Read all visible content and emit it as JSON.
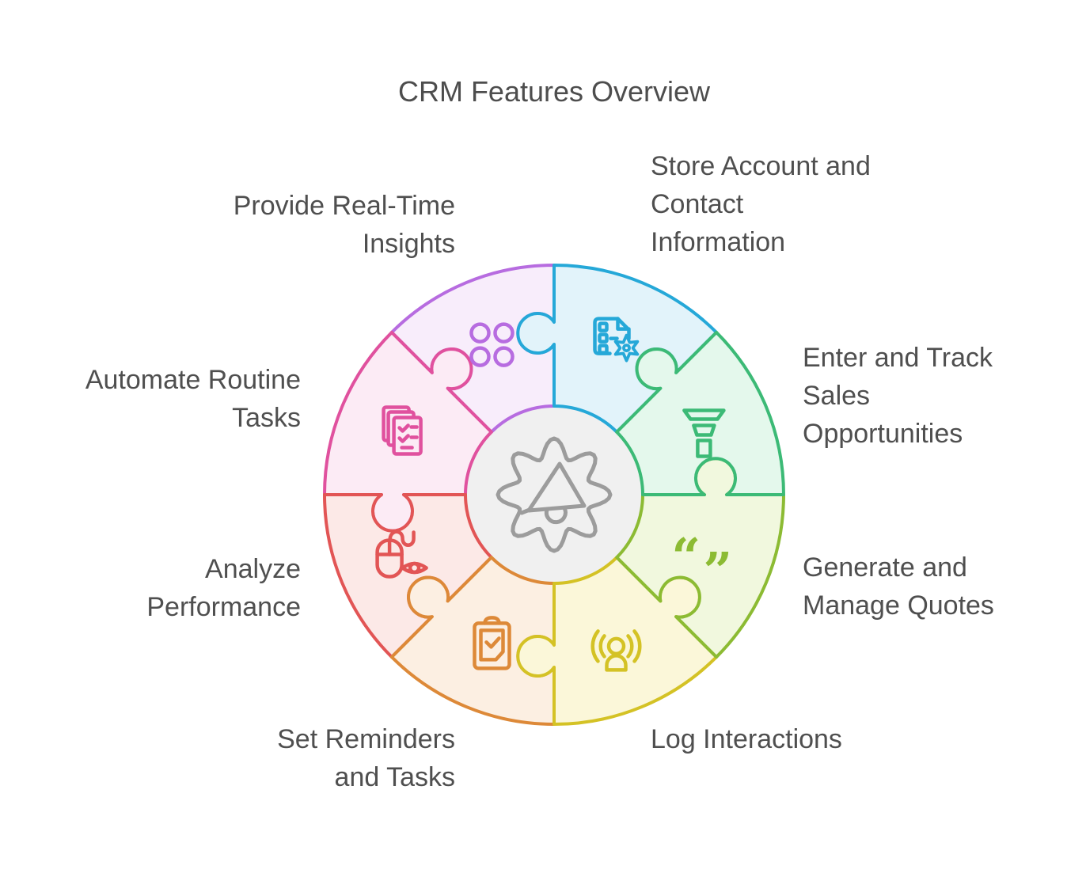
{
  "title": "CRM Features Overview",
  "colors": {
    "background": "#ffffff",
    "text": "#4f4f4f",
    "center_fill": "#f0f0f0",
    "center_icon_stroke": "#9c9c9c"
  },
  "center": {
    "icon": "gear-megaphone-icon"
  },
  "segments": [
    {
      "id": "store-account",
      "label": "Store Account and Contact Information",
      "lines": [
        "Store Account and",
        "Contact",
        "Information"
      ],
      "icon": "document-gear-icon",
      "stroke": "#25a8d8",
      "fill": "#e2f3fa"
    },
    {
      "id": "enter-track",
      "label": "Enter and Track Sales Opportunities",
      "lines": [
        "Enter and Track",
        "Sales",
        "Opportunities"
      ],
      "icon": "funnel-icon",
      "stroke": "#3cba76",
      "fill": "#e4f8ec"
    },
    {
      "id": "generate-quotes",
      "label": "Generate and Manage Quotes",
      "lines": [
        "Generate and",
        "Manage Quotes"
      ],
      "icon": "quotes-icon",
      "stroke": "#8cbb33",
      "fill": "#f1f8de"
    },
    {
      "id": "log-interactions",
      "label": "Log Interactions",
      "lines": [
        "Log Interactions"
      ],
      "icon": "broadcast-person-icon",
      "stroke": "#d4c225",
      "fill": "#fbf7d9"
    },
    {
      "id": "set-reminders",
      "label": "Set Reminders and Tasks",
      "lines": [
        "Set Reminders",
        "and Tasks"
      ],
      "icon": "clipboard-check-icon",
      "stroke": "#dd8938",
      "fill": "#fcefe2"
    },
    {
      "id": "analyze-performance",
      "label": "Analyze Performance",
      "lines": [
        "Analyze",
        "Performance"
      ],
      "icon": "mouse-eye-icon",
      "stroke": "#e25555",
      "fill": "#fce9e7"
    },
    {
      "id": "automate-tasks",
      "label": "Automate Routine Tasks",
      "lines": [
        "Automate Routine",
        "Tasks"
      ],
      "icon": "documents-check-icon",
      "stroke": "#e0519e",
      "fill": "#fcebf5"
    },
    {
      "id": "provide-insights",
      "label": "Provide Real-Time Insights",
      "lines": [
        "Provide Real-Time",
        "Insights"
      ],
      "icon": "grid-circles-icon",
      "stroke": "#b76ce0",
      "fill": "#f8edfb"
    }
  ]
}
